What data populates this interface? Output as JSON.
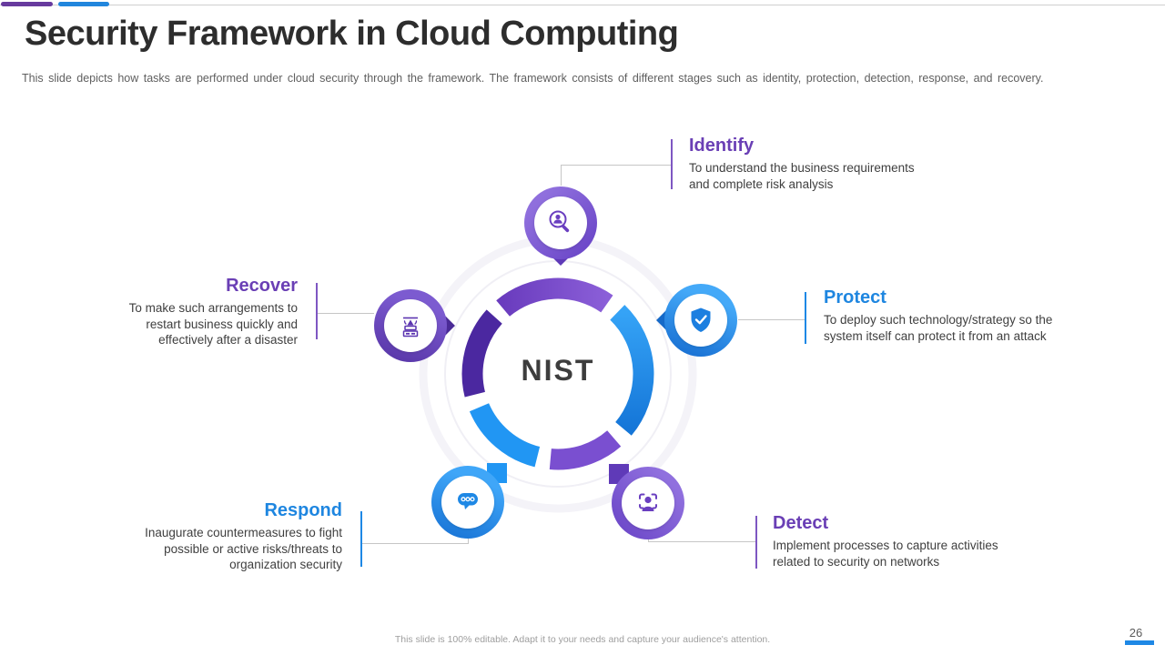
{
  "slide": {
    "title": "Security Framework in Cloud Computing",
    "subtitle": "This slide depicts how tasks are performed under cloud security through the framework. The framework consists of different stages such as identity, protection, detection, response, and recovery.",
    "footer": "This slide is 100% editable. Adapt it to your needs and capture your audience's attention.",
    "page_number": "26"
  },
  "diagram": {
    "center_label": "NIST",
    "stages": [
      {
        "id": "identify",
        "label": "Identify",
        "color": "#6a3fb5",
        "icon": "magnifier-user-icon",
        "lines": [
          "To understand the business requirements",
          "and complete risk analysis"
        ]
      },
      {
        "id": "protect",
        "label": "Protect",
        "color": "#1e86e0",
        "icon": "shield-check-icon",
        "lines": [
          "To deploy such technology/strategy so the",
          "system itself can protect it from an attack"
        ]
      },
      {
        "id": "detect",
        "label": "Detect",
        "color": "#6a3fb5",
        "icon": "face-scan-icon",
        "lines": [
          "Implement processes to capture activities",
          "related to security on networks"
        ]
      },
      {
        "id": "respond",
        "label": "Respond",
        "color": "#1e86e0",
        "icon": "chat-dots-icon",
        "lines": [
          "Inaugurate countermeasures to fight",
          "possible or active risks/threats to",
          "organization security"
        ]
      },
      {
        "id": "recover",
        "label": "Recover",
        "color": "#6a3fb5",
        "icon": "disaster-recovery-icon",
        "lines": [
          "To make such arrangements to",
          "restart business quickly and",
          "effectively after a disaster"
        ]
      }
    ],
    "colors": {
      "accent_purple": "#673a9e",
      "accent_blue": "#2186dd",
      "heading_purple": "#6a3fb5",
      "heading_blue": "#1e86e0",
      "ring_purple_top": "#7e4fd0",
      "ring_blue": "#2196f3",
      "ring_dark_purple": "#4b28a0",
      "page_bar_blue": "#1e88e5"
    }
  }
}
